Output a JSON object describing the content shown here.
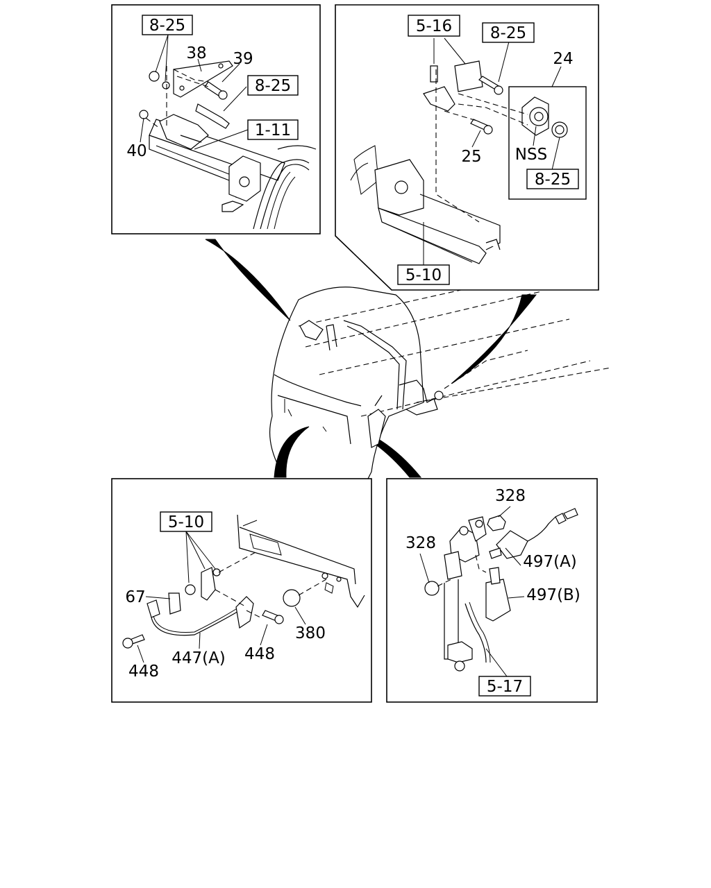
{
  "panel_top_left": {
    "refs": [
      "8-25",
      "8-25",
      "1-11"
    ],
    "parts": [
      "38",
      "39",
      "40"
    ]
  },
  "panel_top_right": {
    "refs": [
      "5-16",
      "8-25",
      "5-10",
      "8-25"
    ],
    "parts": [
      "24",
      "25",
      "NSS"
    ]
  },
  "panel_bottom_left": {
    "refs": [
      "5-10"
    ],
    "parts": [
      "67",
      "448",
      "447(A)",
      "448",
      "380"
    ]
  },
  "panel_bottom_right": {
    "refs": [
      "5-17"
    ],
    "parts": [
      "328",
      "328",
      "497(A)",
      "497(B)"
    ]
  }
}
